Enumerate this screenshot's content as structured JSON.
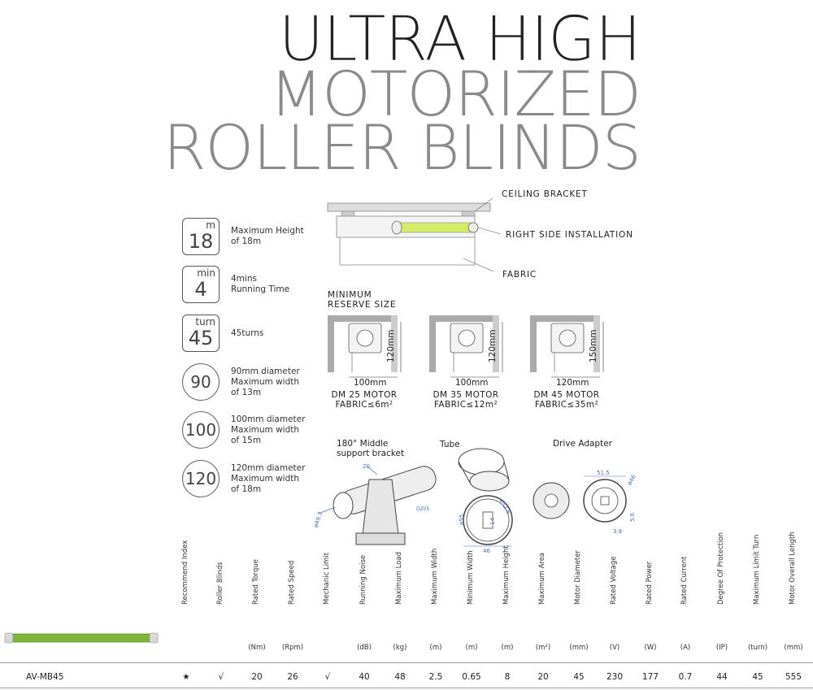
{
  "title": {
    "line1": "ULTRA HIGH",
    "line2": "MOTORIZED",
    "line3": "ROLLER BLINDS"
  },
  "specs": [
    {
      "shape": "square",
      "sup": "m",
      "num": "18",
      "text": [
        "Maximum Height",
        "of 18m"
      ]
    },
    {
      "shape": "square",
      "sup": "min",
      "num": "4",
      "text": [
        "4mins",
        "Running Time"
      ]
    },
    {
      "shape": "square",
      "sup": "turn",
      "num": "45",
      "text": [
        "45turns"
      ]
    },
    {
      "shape": "circle",
      "num": "90",
      "text": [
        "90mm diameter",
        "Maximum width",
        "of 13m"
      ]
    },
    {
      "shape": "circle",
      "num": "100",
      "text": [
        "100mm diameter",
        "Maximum width",
        "of 15m"
      ]
    },
    {
      "shape": "circle",
      "num": "120",
      "text": [
        "120mm diameter",
        "Maximum width",
        "of 18m"
      ]
    }
  ],
  "install": {
    "ceiling_bracket": "CEILING BRACKET",
    "right_side": "RIGHT SIDE INSTALLATION",
    "fabric": "FABRIC"
  },
  "reserve": {
    "title_l1": "MINIMUM",
    "title_l2": "RESERVE SIZE",
    "boxes": [
      {
        "w": "100mm",
        "h": "120mm",
        "motor": "DM 25 MOTOR",
        "fabric": "FABRIC≤6m²"
      },
      {
        "w": "100mm",
        "h": "120mm",
        "motor": "DM 35 MOTOR",
        "fabric": "FABRIC≤12m²"
      },
      {
        "w": "120mm",
        "h": "150mm",
        "motor": "DM 45 MOTOR",
        "fabric": "FABRIC≤35m²"
      }
    ]
  },
  "parts": {
    "bracket_l1": "180° Middle",
    "bracket_l2": "support bracket",
    "tube": "Tube",
    "adapter": "Drive Adapter",
    "dims": {
      "d20": "20",
      "dz05": "DZ05",
      "d497": "ø49.7",
      "d55": "ø55",
      "d528": "ø52.8",
      "d14": "14",
      "d46": "46",
      "d515": "51.5",
      "d46b": "ø46",
      "d56": "5.6",
      "d39": "3.9"
    }
  },
  "table": {
    "headers": [
      {
        "h": "Recommend Index",
        "u": ""
      },
      {
        "h": "Roller Blinds",
        "u": ""
      },
      {
        "h": "Rated Torque",
        "u": "(Nm)"
      },
      {
        "h": "Rated Speed",
        "u": "(Rpm)"
      },
      {
        "h": "Mechanic Limit",
        "u": ""
      },
      {
        "h": "Running Noise",
        "u": "(dB)"
      },
      {
        "h": "Maximum Load",
        "u": "(kg)"
      },
      {
        "h": "Maximum Width",
        "u": "(m)"
      },
      {
        "h": "Minimum Width",
        "u": "(m)"
      },
      {
        "h": "Maximum Height",
        "u": "(m)"
      },
      {
        "h": "Maximum Area",
        "u": "(m²)"
      },
      {
        "h": "Motor Diameter",
        "u": "(mm)"
      },
      {
        "h": "Rated Voltage",
        "u": "(V)"
      },
      {
        "h": "Rated Power",
        "u": "(W)"
      },
      {
        "h": "Rated Current",
        "u": "(A)"
      },
      {
        "h": "Degree Of Protection",
        "u": "(IP)"
      },
      {
        "h": "Maximum Limit Turn",
        "u": "(turn)"
      },
      {
        "h": "Motor Overall Length",
        "u": "(mm)"
      }
    ],
    "model": "AV-MB45",
    "row": [
      "★",
      "√",
      "20",
      "26",
      "√",
      "40",
      "48",
      "2.5",
      "0.65",
      "8",
      "20",
      "45",
      "230",
      "177",
      "0.7",
      "44",
      "45",
      "555"
    ]
  }
}
